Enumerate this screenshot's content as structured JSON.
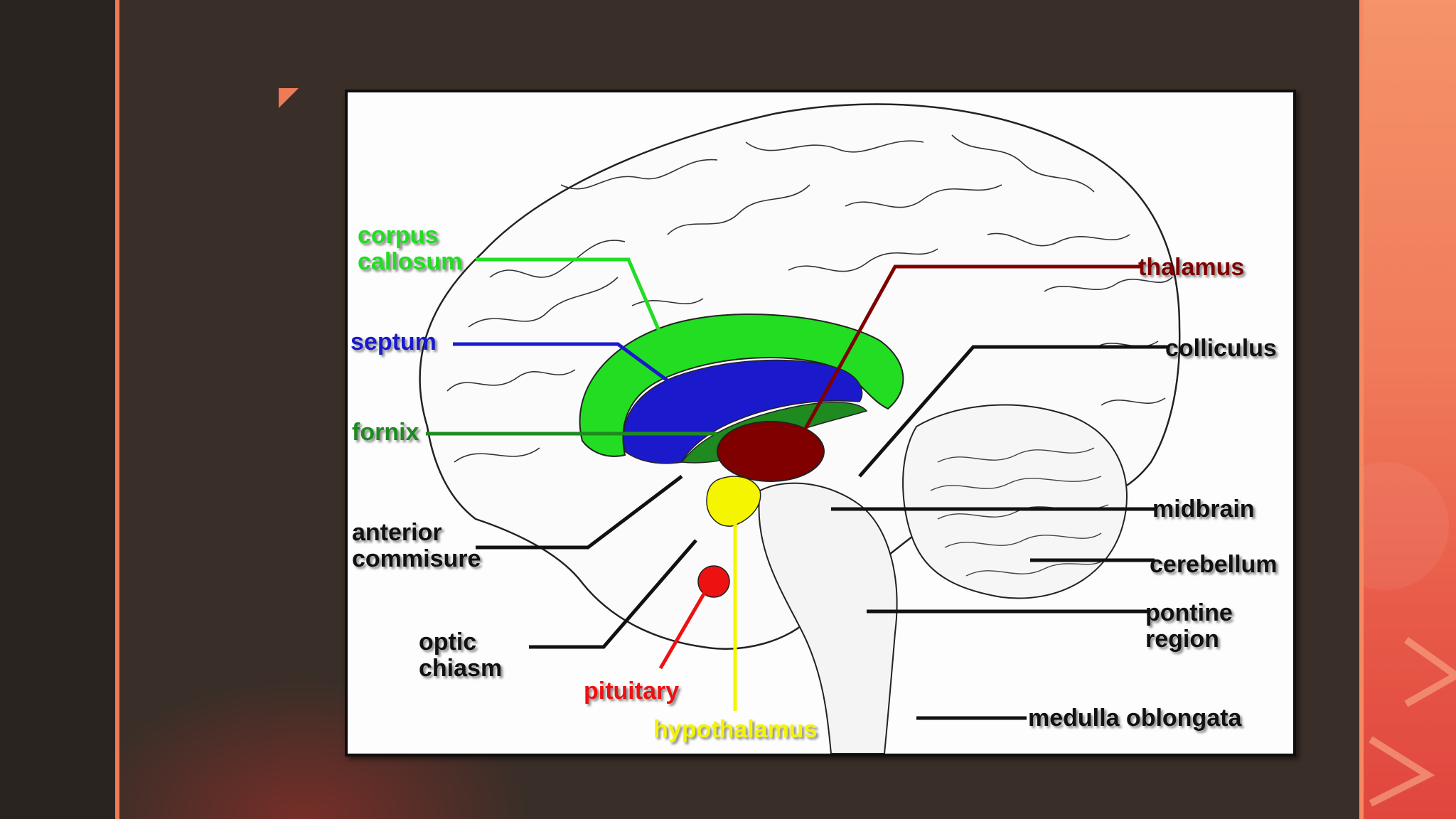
{
  "colors": {
    "background": "#3a2e28",
    "left_band": "#2a2420",
    "accent": "#f07a55",
    "right_band": "#f07a5a",
    "corpus_callosum": "#22dd22",
    "septum": "#1a1acc",
    "fornix": "#1f8a1f",
    "thalamus": "#800000",
    "hypothalamus": "#f5f500",
    "pituitary": "#ee1111",
    "structure_label": "#111111"
  },
  "diagram": {
    "labels": {
      "corpus_callosum": "corpus\ncallosum",
      "septum": "septum",
      "fornix": "fornix",
      "anterior_commisure": "anterior\ncommisure",
      "optic_chiasm": "optic\nchiasm",
      "pituitary": "pituitary",
      "hypothalamus": "hypothalamus",
      "thalamus": "thalamus",
      "colliculus": "colliculus",
      "midbrain": "midbrain",
      "cerebellum": "cerebellum",
      "pontine_region": "pontine\nregion",
      "medulla_oblongata": "medulla oblongata"
    }
  }
}
